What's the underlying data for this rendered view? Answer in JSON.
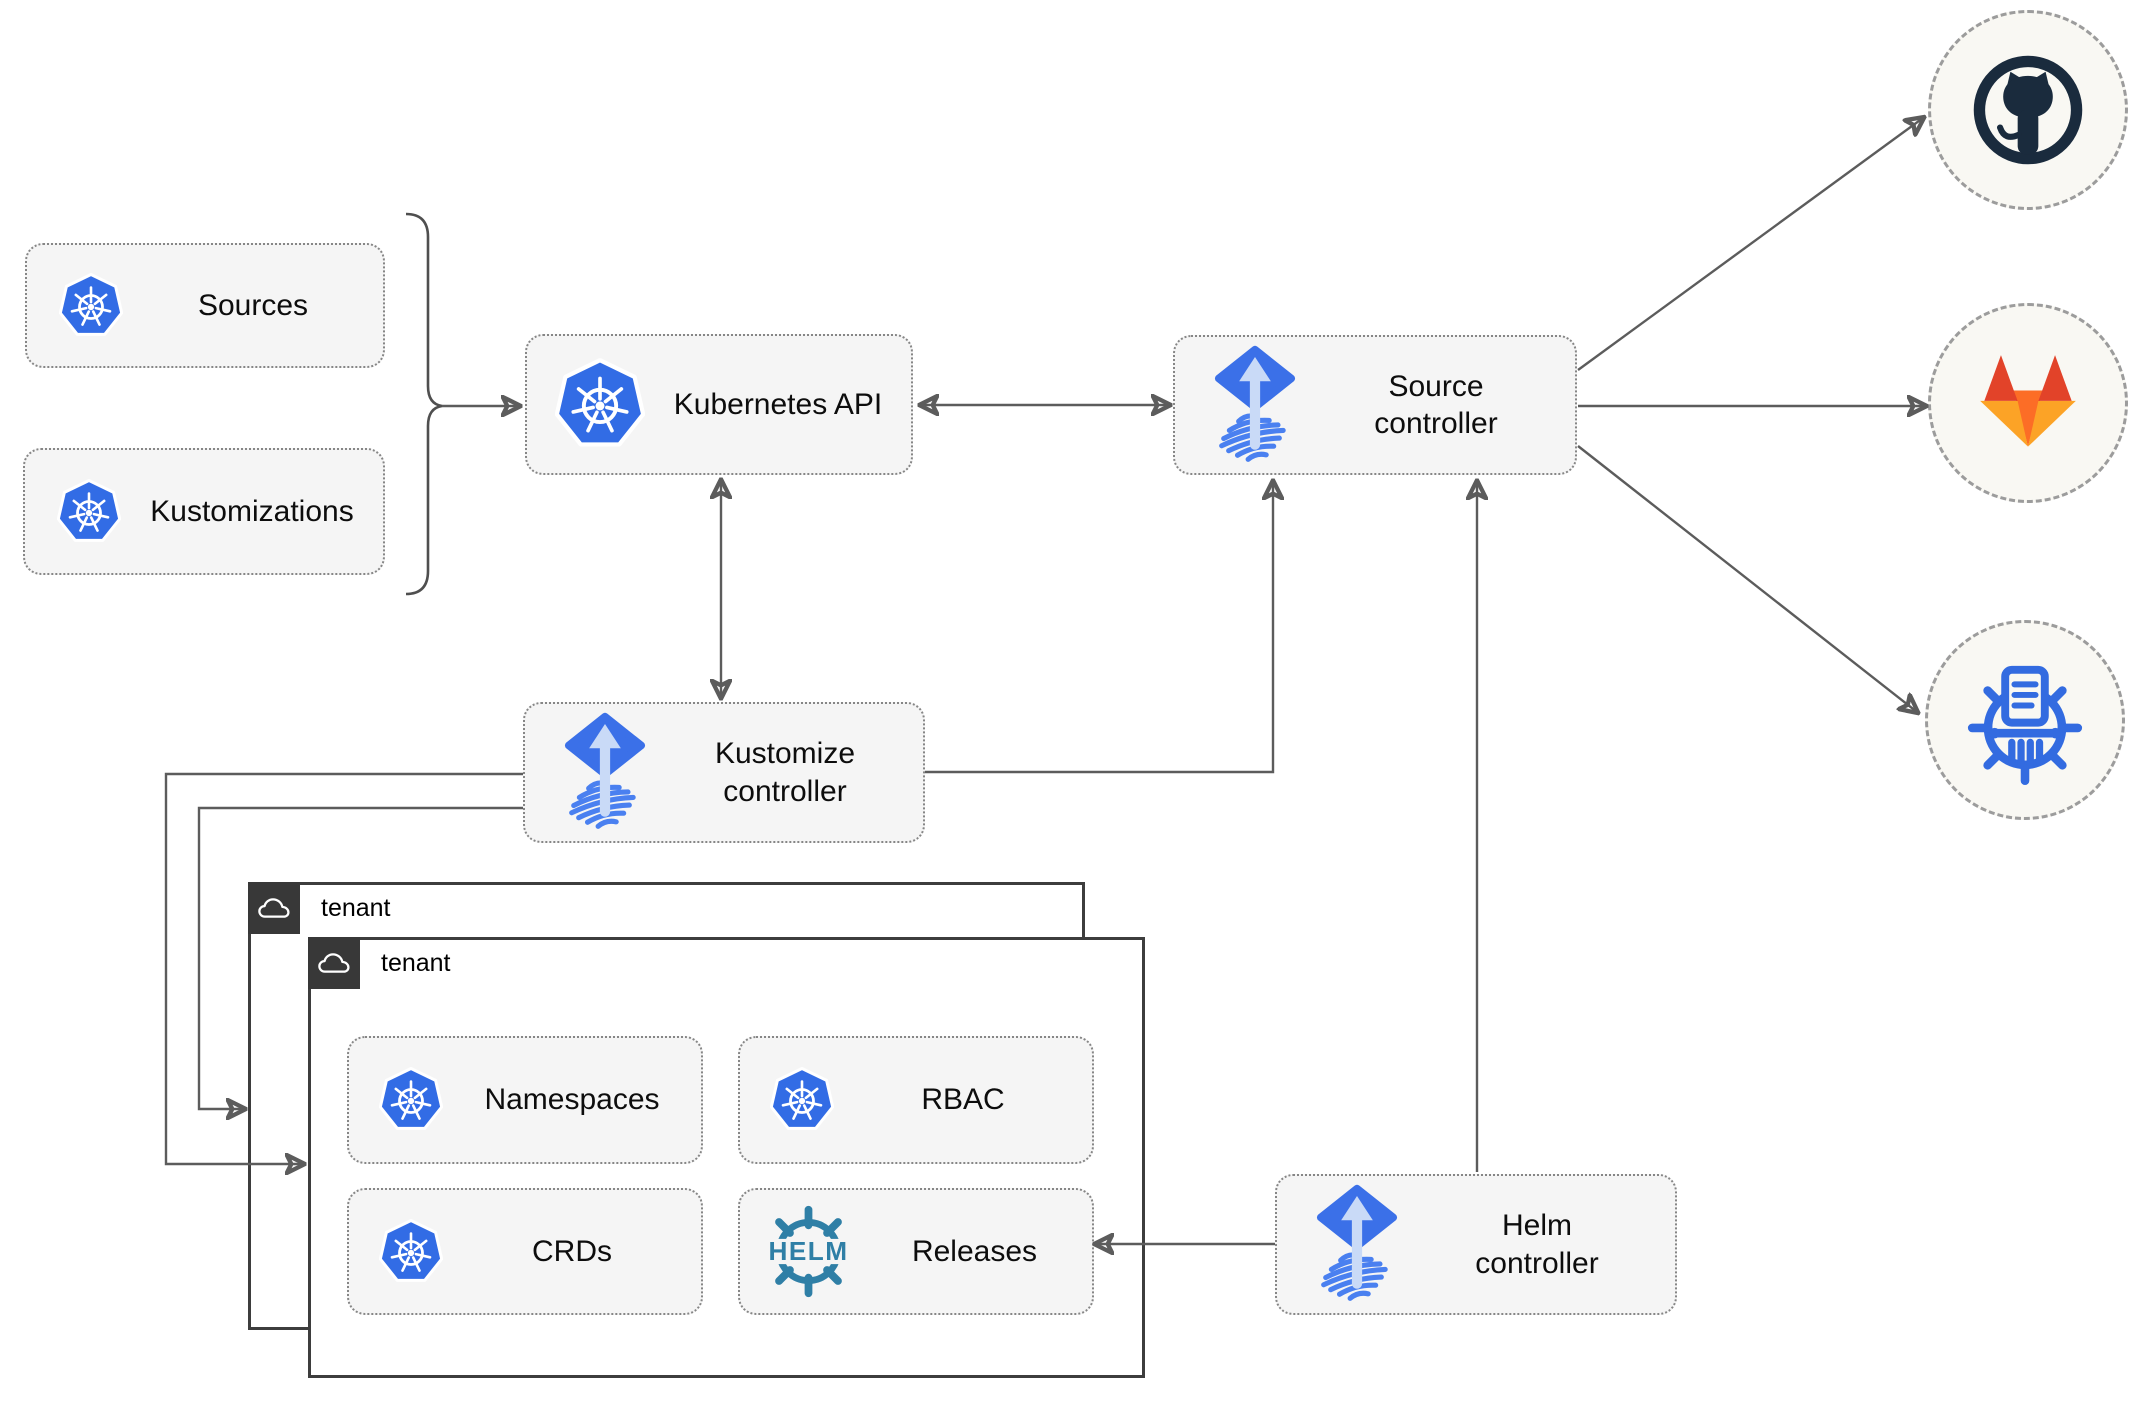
{
  "diagram": {
    "type": "architecture",
    "subject": "Flux GitOps toolkit on Kubernetes"
  },
  "nodes": {
    "sources": {
      "label": "Sources",
      "icon": "kubernetes-icon"
    },
    "kustomizations": {
      "label": "Kustomizations",
      "icon": "kubernetes-icon"
    },
    "kubernetes_api": {
      "label": "Kubernetes API",
      "icon": "kubernetes-icon"
    },
    "source_controller": {
      "label": "Source controller",
      "icon": "flux-icon"
    },
    "kustomize_controller": {
      "label": "Kustomize controller",
      "icon": "flux-icon"
    },
    "helm_controller": {
      "label": "Helm controller",
      "icon": "flux-icon"
    },
    "namespaces": {
      "label": "Namespaces",
      "icon": "kubernetes-icon"
    },
    "rbac": {
      "label": "RBAC",
      "icon": "kubernetes-icon"
    },
    "crds": {
      "label": "CRDs",
      "icon": "kubernetes-icon"
    },
    "releases": {
      "label": "Releases",
      "icon": "helm-icon"
    }
  },
  "tenants": {
    "back": {
      "label": "tenant",
      "icon": "cloud-icon"
    },
    "front": {
      "label": "tenant",
      "icon": "cloud-icon"
    }
  },
  "remotes": {
    "github": {
      "icon": "github-octocat-icon"
    },
    "gitlab": {
      "icon": "gitlab-fox-icon"
    },
    "chart_repository": {
      "icon": "chart-repository-icon"
    }
  },
  "helm_logo_text": "HELM",
  "edges": [
    {
      "from": "sources+kustomizations-bracket",
      "to": "kubernetes-api",
      "style": "arrow"
    },
    {
      "from": "kubernetes-api",
      "to": "source-controller",
      "style": "double-arrow"
    },
    {
      "from": "kubernetes-api",
      "to": "kustomize-controller",
      "style": "double-arrow"
    },
    {
      "from": "kustomize-controller",
      "to": "source-controller",
      "style": "arrow"
    },
    {
      "from": "helm-controller",
      "to": "source-controller",
      "style": "arrow"
    },
    {
      "from": "kustomize-controller",
      "to": "tenant-front",
      "style": "arrow"
    },
    {
      "from": "kustomize-controller",
      "to": "tenant-back",
      "style": "arrow"
    },
    {
      "from": "helm-controller",
      "to": "releases",
      "style": "arrow"
    },
    {
      "from": "source-controller",
      "to": "github",
      "style": "arrow"
    },
    {
      "from": "source-controller",
      "to": "gitlab",
      "style": "arrow"
    },
    {
      "from": "source-controller",
      "to": "chart-repository",
      "style": "arrow"
    }
  ],
  "colors": {
    "node_background": "#f5f5f5",
    "node_border": "#868686",
    "connector_gray": "#5c5c5c",
    "tenant_border": "#3d3d3d",
    "tenant_badge": "#383838",
    "kubernetes_blue": "#326ce5",
    "flux_blue": "#3b70e8",
    "flux_stripe_blue": "#4a80f0",
    "flux_arrow_light": "#c9daf7",
    "helm_steel_blue": "#2f7fa6",
    "github_navy": "#1a2b3d",
    "gitlab_red": "#e24329",
    "gitlab_orange": "#fc6d26",
    "gitlab_light_orange": "#fca326",
    "chart_repository_blue": "#336be0",
    "remote_circle_background": "#f9f8f3"
  }
}
